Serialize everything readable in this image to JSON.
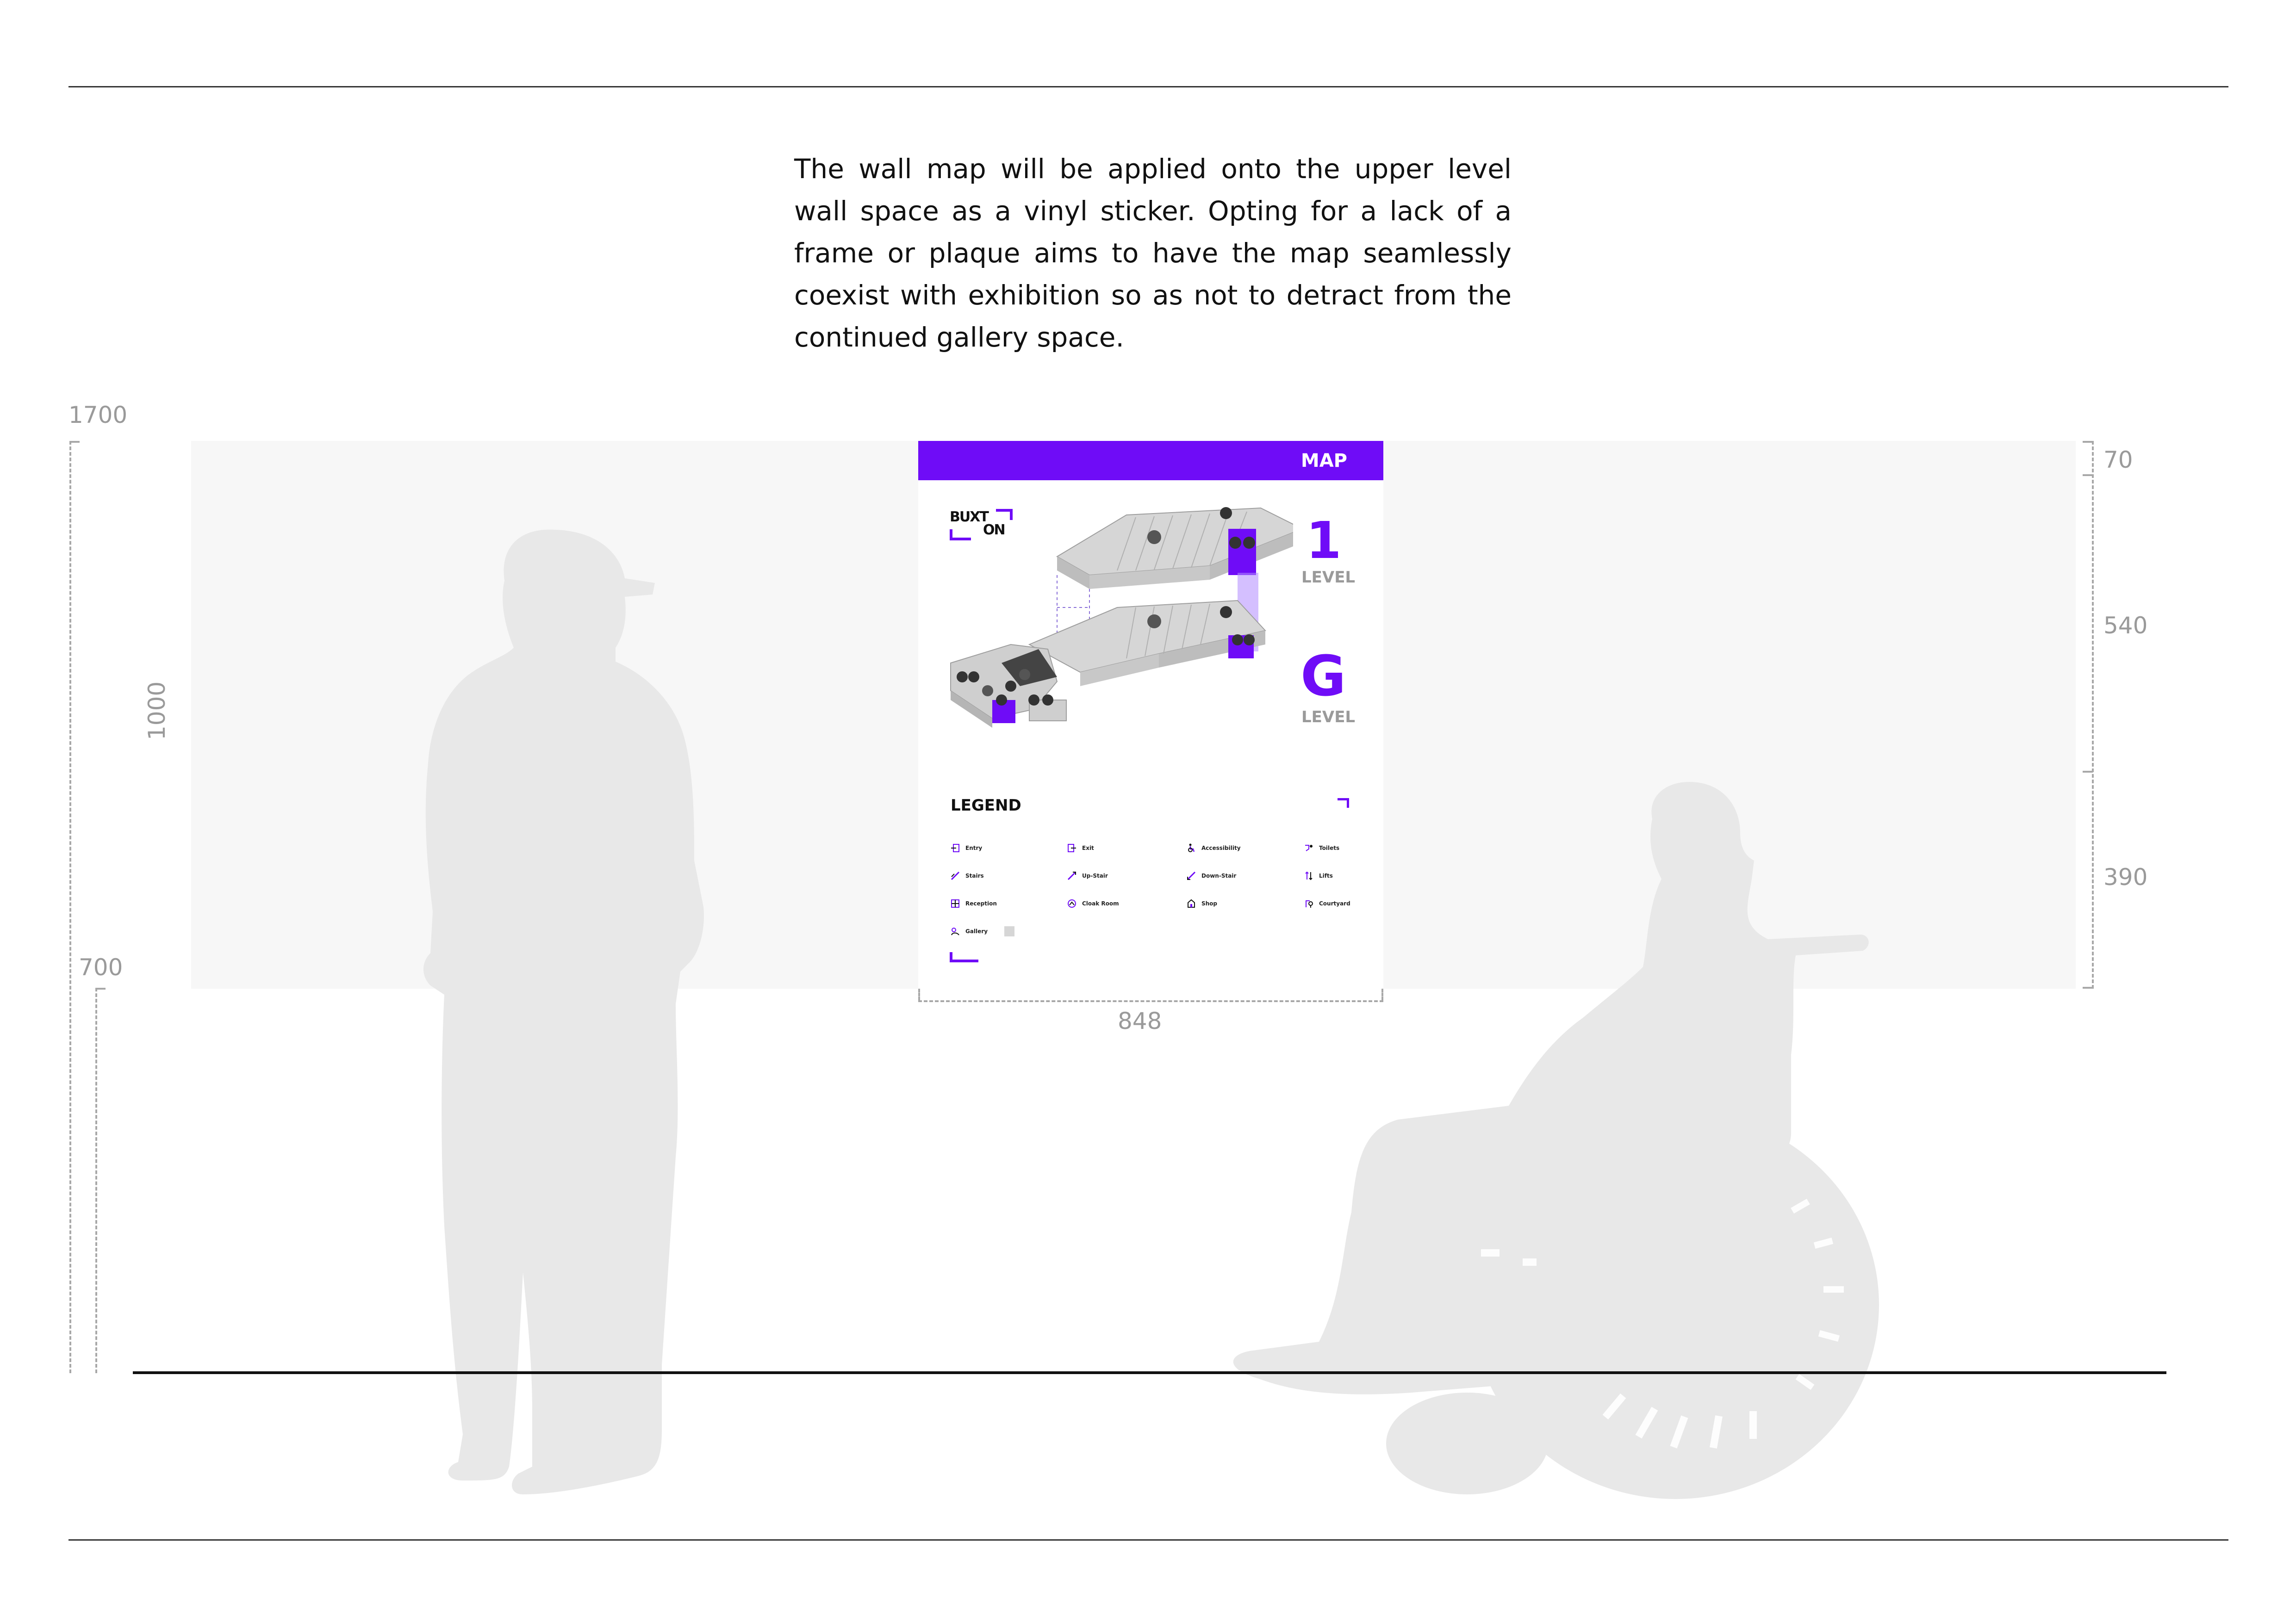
{
  "description": "The wall map will be applied onto the upper level wall space as a vinyl sticker. Opting for a lack of a frame or plaque aims to have the map seamlessly coexist with exhibition so as not to detract from the continued gallery space.",
  "dimensions": {
    "total_height": "1700",
    "wall_height": "1000",
    "floor_offset": "700",
    "map_width": "848",
    "right_top": "70",
    "right_mid": "540",
    "right_bottom": "390"
  },
  "map": {
    "header": "MAP",
    "logo_top": "BUXT",
    "logo_bottom": "ON",
    "level_1_number": "1",
    "level_1_word": "LEVEL",
    "level_g_number": "G",
    "level_g_word": "LEVEL",
    "legend_title": "LEGEND",
    "legend": [
      {
        "label": "Entry",
        "icon": "entry-icon"
      },
      {
        "label": "Exit",
        "icon": "exit-icon"
      },
      {
        "label": "Accessibility",
        "icon": "accessibility-icon"
      },
      {
        "label": "Toilets",
        "icon": "toilets-icon"
      },
      {
        "label": "Stairs",
        "icon": "stairs-icon"
      },
      {
        "label": "Up-Stair",
        "icon": "up-stair-icon"
      },
      {
        "label": "Down-Stair",
        "icon": "down-stair-icon"
      },
      {
        "label": "Lifts",
        "icon": "lifts-icon"
      },
      {
        "label": "Reception",
        "icon": "reception-icon"
      },
      {
        "label": "Cloak Room",
        "icon": "cloak-room-icon"
      },
      {
        "label": "Shop",
        "icon": "shop-icon"
      },
      {
        "label": "Courtyard",
        "icon": "courtyard-icon"
      },
      {
        "label": "Gallery",
        "icon": "gallery-icon"
      }
    ]
  },
  "colors": {
    "accent": "#6f0cf7",
    "wall": "#f7f7f7",
    "silhouette": "#e8e8e8",
    "dimension": "#a8a8a8"
  }
}
